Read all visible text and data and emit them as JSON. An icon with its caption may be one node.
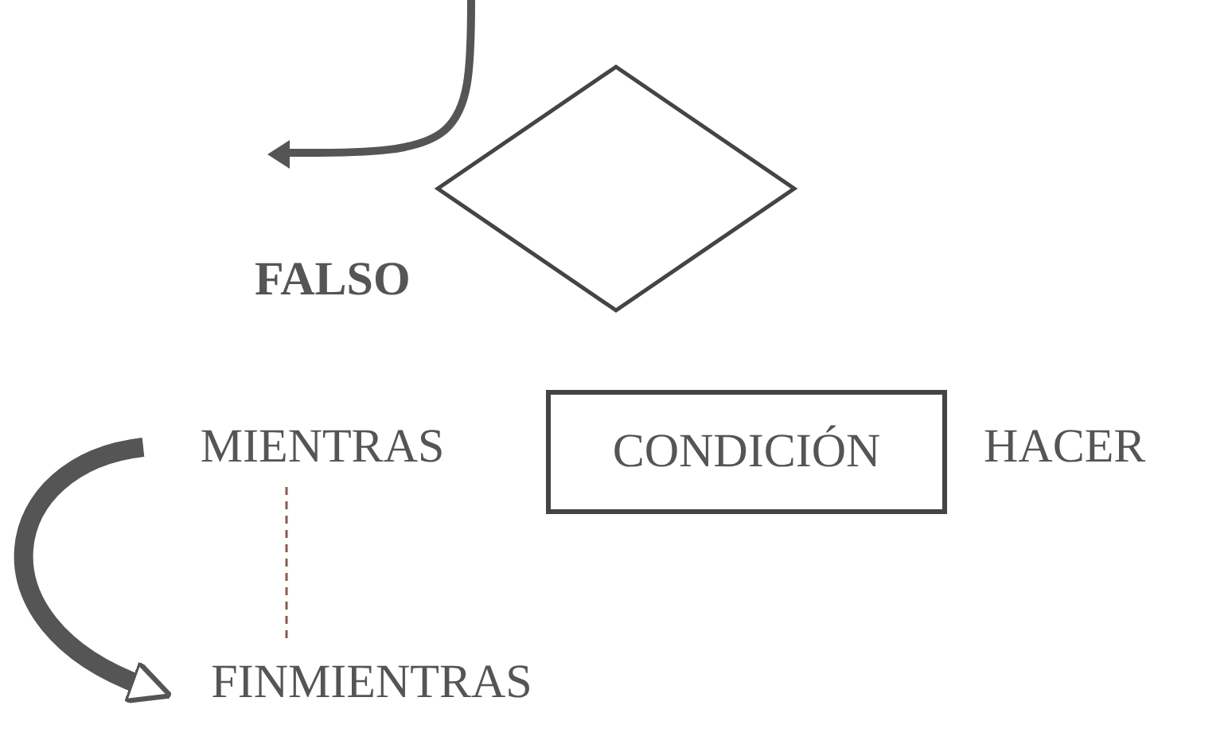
{
  "diagram": {
    "nodes": [
      {
        "text": [],
        "shape": "diamond"
      },
      {
        "text": [
          "MIENTRAS"
        ]
      },
      {
        "text": [
          "CONDICIÓN"
        ]
      },
      {
        "text": [
          "FINMIENTRAS"
        ]
      }
    ],
    "edges": [
      {
        "from": 1,
        "to": 3,
        "arrow": "to",
        "style": "thick"
      },
      {
        "from": 1,
        "to": 3,
        "arrow": "none",
        "style": "dashed"
      }
    ],
    "labels": [
      "FALSO",
      "HACER"
    ]
  }
}
